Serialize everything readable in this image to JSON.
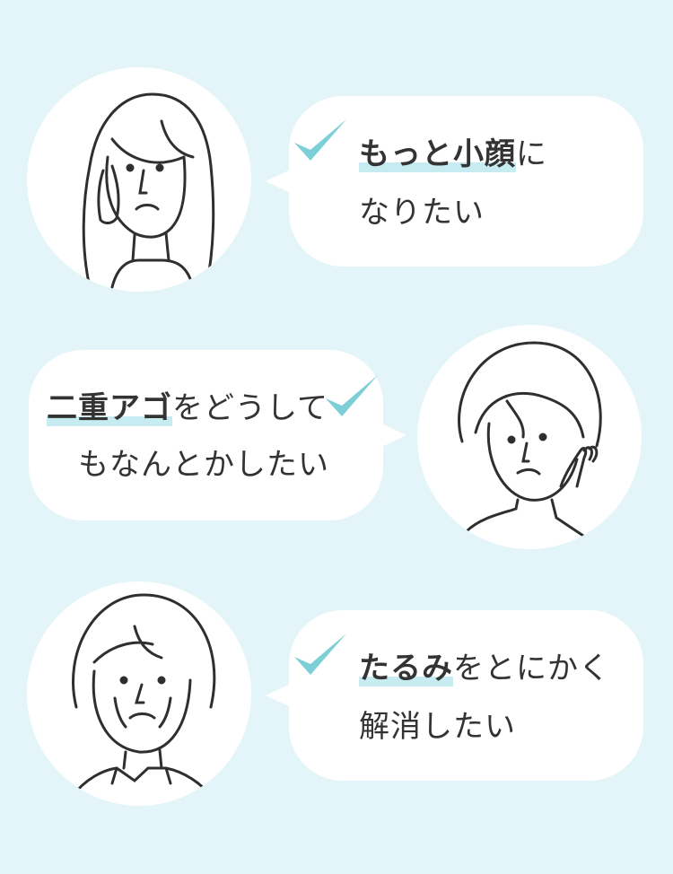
{
  "colors": {
    "background": "#e3f5f8",
    "bubble": "#ffffff",
    "check": "#7ccfd6",
    "highlight": "#c6ecf1",
    "text": "#333333"
  },
  "items": [
    {
      "avatar_icon": "woman-long-hair-touching-cheek-icon",
      "line1_bold": "もっと小顔",
      "line1_rest": "に",
      "line2": "なりたい"
    },
    {
      "avatar_icon": "woman-short-hair-hand-on-chin-icon",
      "line1_bold": "二重アゴ",
      "line1_rest": "をどうして",
      "line2": "もなんとかしたい"
    },
    {
      "avatar_icon": "older-woman-bob-hair-frowning-icon",
      "line1_bold": "たるみ",
      "line1_rest": "をとにかく",
      "line2": "解消したい"
    }
  ]
}
